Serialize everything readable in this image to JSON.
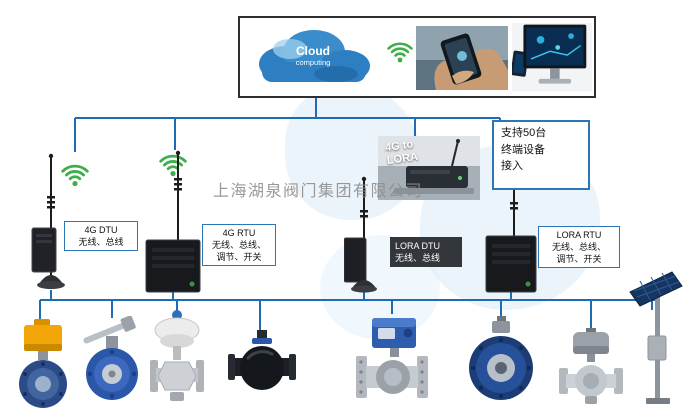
{
  "watermark_text": "上海湖泉阀门集团有限公司",
  "cloud": {
    "title": "Cloud",
    "subtitle": "computing"
  },
  "gateway_overlay": {
    "line1": "4G to",
    "line2": "LORA"
  },
  "support_box": {
    "line1": "支持50台",
    "line2": "终端设备",
    "line3": "接入"
  },
  "labels": {
    "dtu_4g": {
      "title": "4G DTU",
      "line1": "无线、总线"
    },
    "rtu_4g": {
      "title": "4G RTU",
      "line1": "无线、总线、",
      "line2": "调节、开关"
    },
    "dtu_lora": {
      "title": "LORA DTU",
      "line1": "无线、总线"
    },
    "rtu_lora": {
      "title": "LORA RTU",
      "line1": "无线、总线、",
      "line2": "调节、开关"
    }
  },
  "icons": {
    "wifi": "wifi-signal",
    "antenna": "whip-antenna"
  },
  "colors": {
    "line_blue": "#1f6cb5",
    "label_border_blue": "#2e75b6",
    "wifi_green": "#3dae49",
    "watermark_gray": "#8f8f8f",
    "cloud_blue": "#2e7fc2",
    "panel_border": "#2f2f2f"
  }
}
